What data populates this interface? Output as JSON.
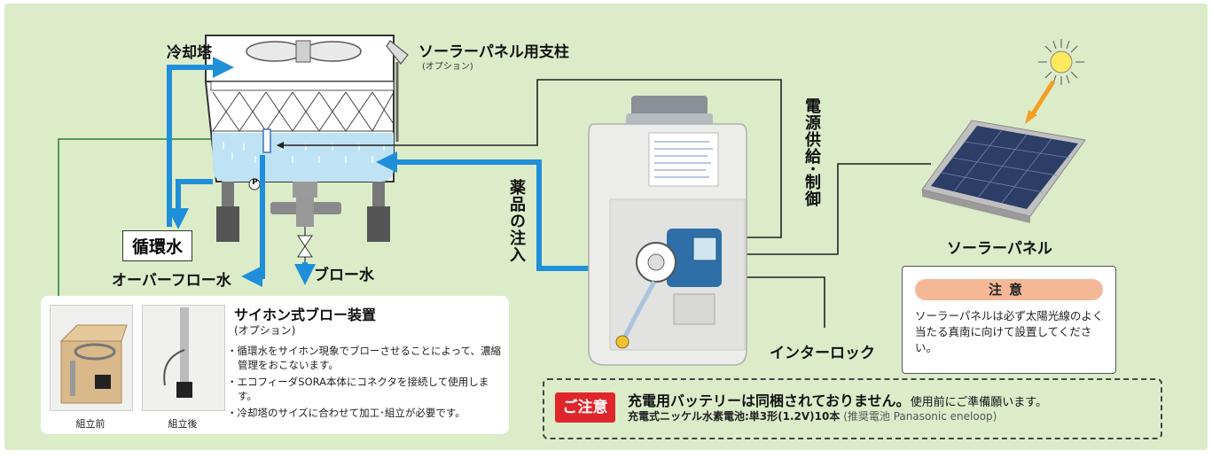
{
  "labels": {
    "cooling_tower": "冷却塔",
    "solar_pole": "ソーラーパネル用支柱",
    "solar_pole_option": "(オプション)",
    "power_supply": "電源供給･制御",
    "chemical_injection": "薬品の注入",
    "circulating_water": "循環水",
    "overflow_water": "オーバーフロー水",
    "blow_water": "ブロー水",
    "solar_panel": "ソーラーパネル",
    "interlock": "インターロック",
    "pump_marker": "P"
  },
  "siphon": {
    "title": "サイホン式ブロー装置",
    "subtitle": "(オプション)",
    "caption_before": "組立前",
    "caption_after": "組立後",
    "bullets": [
      "循環水をサイホン現象でブローさせることによって、濃縮管理をおこないます。",
      "エコフィーダSORA本体にコネクタを接続して使用します。",
      "冷却塔のサイズに合わせて加工･組立が必要です。"
    ]
  },
  "notice": {
    "heading": "注意",
    "body": "ソーラーパネルは必ず太陽光線のよく当たる真南に向けて設置してください。"
  },
  "battery": {
    "badge": "ご注意",
    "main": "充電用バッテリーは同梱されておりません。",
    "main_tail": "使用前にご準備願います。",
    "sub": "充電式ニッケル水素電池:単3形(1.2V)10本",
    "sub_tail": "(推奨電池 Panasonic eneloop)"
  },
  "colors": {
    "background": "#dcecc9",
    "flow_blue": "#1e8fd8",
    "water": "#bfe3f5",
    "line_green": "#2c7d3b",
    "badge_red": "#e0262b",
    "notice_pink": "#f5b897"
  }
}
